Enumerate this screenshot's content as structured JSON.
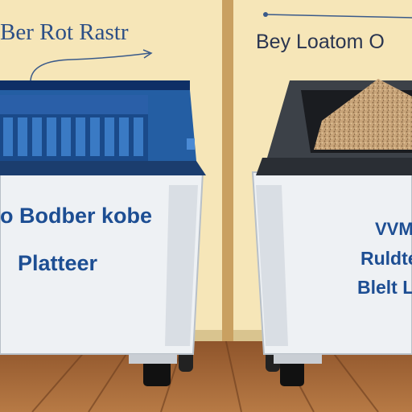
{
  "left_panel": {
    "header": "Ber Rot Rastr",
    "line1": "o Bodber kobe",
    "line2": "Platteer"
  },
  "right_panel": {
    "header": "Bey Loatom O",
    "line1": "VVMS",
    "line2": "Ruldte",
    "line3": "Blelt L"
  },
  "colors": {
    "wall": "#f6e6b8",
    "floor": "#a0622f",
    "bin_body": "#eef1f4",
    "blue_lid": "#245ea3",
    "text_blue": "#1d4e93",
    "filler": "#c8a57a"
  }
}
